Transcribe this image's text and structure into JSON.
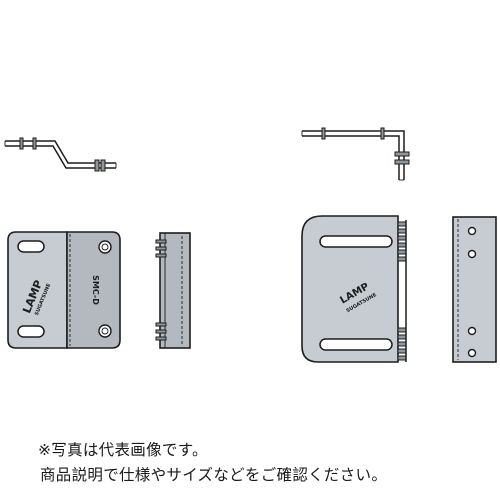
{
  "left_part": {
    "brand_mark": "LAMP",
    "brand_sub": "SUGATSUNE",
    "model_mark": "SMC-D"
  },
  "right_part": {
    "brand_mark": "LAMP",
    "brand_sub": "SUGATSUNE"
  },
  "notes": {
    "line1": "※写真は代表画像です。",
    "line2": "商品説明で仕様やサイズなどをご確認ください。"
  }
}
